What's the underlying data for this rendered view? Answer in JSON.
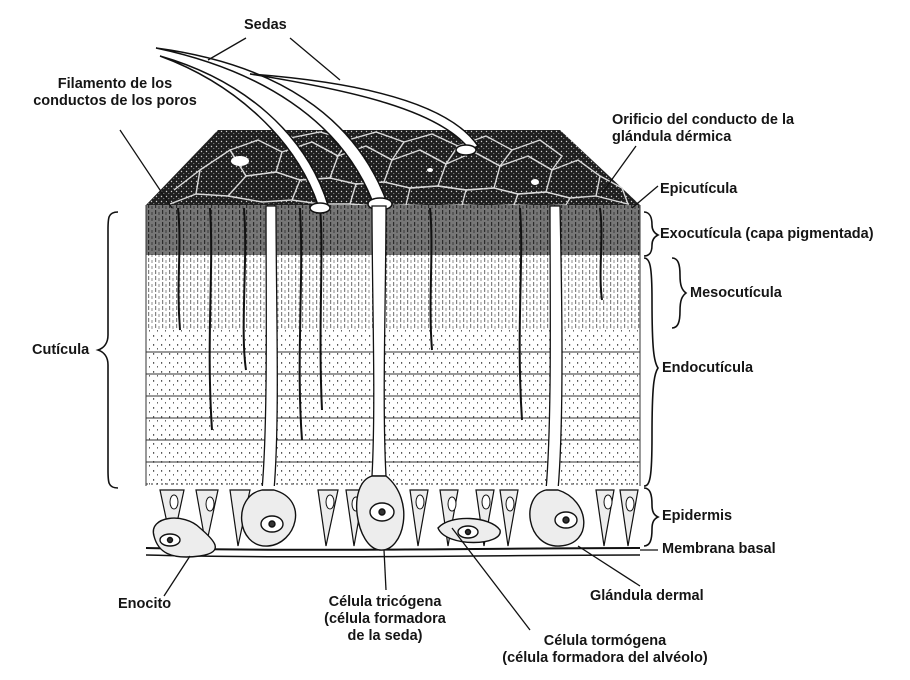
{
  "labels": {
    "sedas": "Sedas",
    "filamento_line1": "Filamento de los",
    "filamento_line2": "conductos de los poros",
    "orificio_line1": "Orificio del conducto de la",
    "orificio_line2": "glándula dérmica",
    "epicuticula": "Epicutícula",
    "exocuticula": "Exocutícula (capa pigmentada)",
    "mesocuticula": "Mesocutícula",
    "cuticula": "Cutícula",
    "endocuticula": "Endocutícula",
    "epidermis": "Epidermis",
    "membrana_basal": "Membrana basal",
    "enocito": "Enocito",
    "glandula_dermal": "Glándula dermal",
    "tricogena_line1": "Célula tricógena",
    "tricogena_line2": "(célula formadora",
    "tricogena_line3": "de la seda)",
    "tormogena_line1": "Célula tormógena",
    "tormogena_line2": "(célula formadora del alvéolo)"
  },
  "colors": {
    "ink": "#151515",
    "paper": "#ffffff",
    "surface": "#1e1e1e",
    "cell_fill": "#ededed"
  }
}
